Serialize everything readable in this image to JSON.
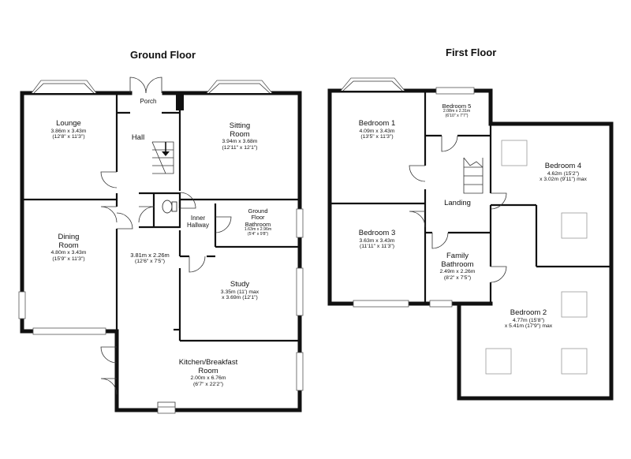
{
  "ground_floor": {
    "title": "Ground Floor",
    "rooms": {
      "lounge": {
        "name": "Lounge",
        "dim1": "3.86m x 3.43m",
        "dim2": "(12'8\" x 11'3\")"
      },
      "porch": {
        "name": "Porch"
      },
      "hall": {
        "name": "Hall"
      },
      "sitting_room": {
        "name": "Sitting\nRoom",
        "dim1": "3.94m x 3.68m",
        "dim2": "(12'11\" x 12'1\")"
      },
      "dining_room": {
        "name": "Dining\nRoom",
        "dim1": "4.80m x 3.43m",
        "dim2": "(15'9\" x 11'3\")"
      },
      "inner_hallway": {
        "name": "Inner\nHallway"
      },
      "ground_floor_bathroom": {
        "name": "Ground\nFloor\nBathroom",
        "dim1": "1.63m x 2.96m",
        "dim2": "(5'4\" x 9'8\")"
      },
      "hall_dims": {
        "dim1": "3.81m x 2.26m",
        "dim2": "(12'6\" x 7'5\")"
      },
      "study": {
        "name": "Study",
        "dim1": "3.35m (11') max",
        "dim2": "x 3.69m (12'1\")"
      },
      "kitchen": {
        "name": "Kitchen/Breakfast\nRoom",
        "dim1": "2.00m x 6.76m",
        "dim2": "(6'7\" x 22'2\")"
      }
    }
  },
  "first_floor": {
    "title": "First Floor",
    "rooms": {
      "bedroom1": {
        "name": "Bedroom 1",
        "dim1": "4.09m x 3.43m",
        "dim2": "(13'5\" x 11'3\")"
      },
      "bedroom5": {
        "name": "Bedroom 5",
        "dim1": "2.08m x 2.31m",
        "dim2": "(6'10\" x 7'7\")"
      },
      "bedroom4": {
        "name": "Bedroom 4",
        "dim1": "4.62m (15'2\")",
        "dim2": "x 3.02m (9'11\") max"
      },
      "landing": {
        "name": "Landing"
      },
      "bedroom3": {
        "name": "Bedroom 3",
        "dim1": "3.63m x 3.43m",
        "dim2": "(11'11\" x 11'3\")"
      },
      "family_bathroom": {
        "name": "Family\nBathroom",
        "dim1": "2.49m x 2.26m",
        "dim2": "(8'2\" x 7'5\")"
      },
      "bedroom2": {
        "name": "Bedroom 2",
        "dim1": "4.77m (15'8\")",
        "dim2": "x 5.41m (17'9\") max"
      }
    }
  },
  "icons": [
    "stairs-arrow-icon",
    "toilet-icon",
    "skylight-icon"
  ]
}
